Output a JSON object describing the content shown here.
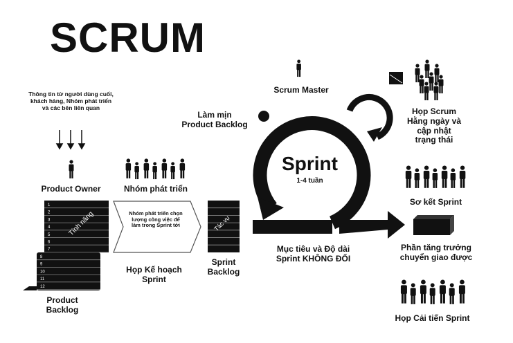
{
  "title": "SCRUM",
  "input_note": "Thông tin từ người dùng cuối, khách hàng, Nhóm phát triển và các bên liên quan",
  "product_owner": "Product Owner",
  "dev_team": "Nhóm phát triển",
  "product_backlog": {
    "label_1": "Product",
    "label_2": "Backlog",
    "feature_label": "Tính năng",
    "rows": [
      "1",
      "2",
      "3",
      "4",
      "5",
      "6",
      "7",
      "8",
      "9",
      "10",
      "11",
      "12"
    ]
  },
  "planning_note": "Nhóm phát triển chọn lượng công việc để làm trong Sprint tới",
  "planning_meeting": {
    "line1": "Họp Kế hoạch",
    "line2": "Sprint"
  },
  "sprint_backlog": {
    "line1": "Sprint",
    "line2": "Backlog",
    "task_label": "Tác vụ"
  },
  "refinement": {
    "line1": "Làm mịn",
    "line2": "Product Backlog"
  },
  "scrum_master": "Scrum Master",
  "sprint": {
    "title": "Sprint",
    "duration": "1-4 tuần"
  },
  "fixed_goal": {
    "line1": "Mục tiêu và Độ dài",
    "line2": "Sprint KHÔNG ĐỔI"
  },
  "daily_scrum": {
    "line1": "Họp Scrum",
    "line2": "Hằng ngày và",
    "line3": "cập nhật",
    "line4": "trạng thái"
  },
  "sprint_review": "Sơ kết Sprint",
  "increment": {
    "line1": "Phần tăng trưởng",
    "line2": "chuyển giao được"
  },
  "retrospective": "Họp Cải tiến Sprint"
}
